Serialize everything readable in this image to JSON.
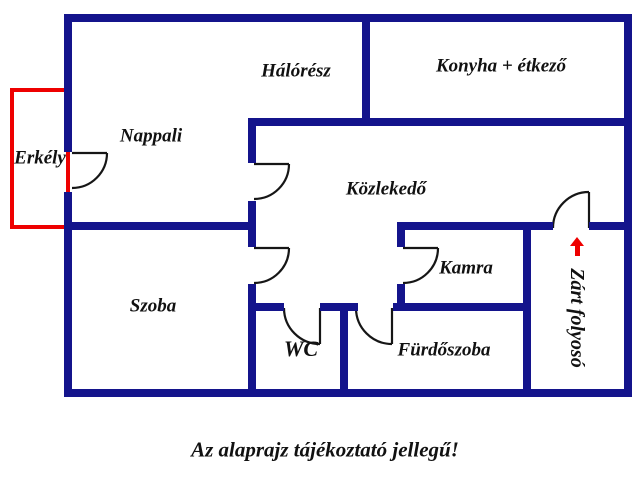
{
  "colors": {
    "wall": "#14148c",
    "balcony": "#ee0000",
    "arrow": "#ee0000",
    "text": "#111111",
    "background": "#ffffff"
  },
  "labels": {
    "nappali": "Nappali",
    "haloresz": "Hálórész",
    "konyha": "Konyha + étkező",
    "erkely": "Erkély",
    "kozlekedo": "Közlekedő",
    "kamra": "Kamra",
    "szoba": "Szoba",
    "wc": "WC",
    "furdoszoba": "Fürdőszoba",
    "zart_folyoso": "Zárt folyosó"
  },
  "icons": {
    "entrance_arrow": "up-arrow"
  },
  "caption": "Az alaprajz tájékoztató jellegű!"
}
